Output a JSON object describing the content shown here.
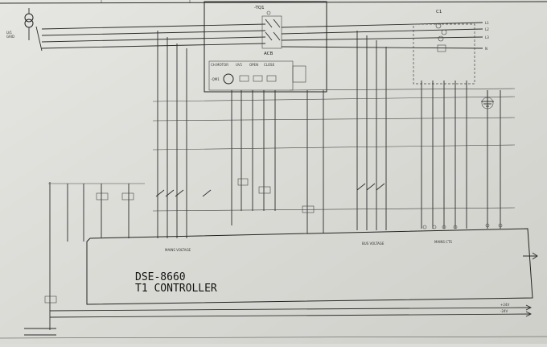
{
  "controller": {
    "line1": "DSE-8660",
    "line2": "T1 CONTROLLER"
  },
  "breaker_panel": {
    "q1_label": "-TQ1",
    "acb_label": "ACB",
    "motor_label": "CH.MOTOR",
    "unit_label": "UV1",
    "open_label": "OPEN",
    "close_label": "CLOSE",
    "m1_label": "-QM1"
  },
  "ct_label": "C1",
  "busbar_labels": [
    "L1",
    "L2",
    "L3",
    "N"
  ],
  "section_labels": {
    "mains_voltage": "MAINS VOLTAGE",
    "bus_voltage": "BUS VOLTAGE",
    "mains_cts": "MAINS CTS"
  },
  "right_outputs": [
    "+24V",
    "-24V"
  ]
}
